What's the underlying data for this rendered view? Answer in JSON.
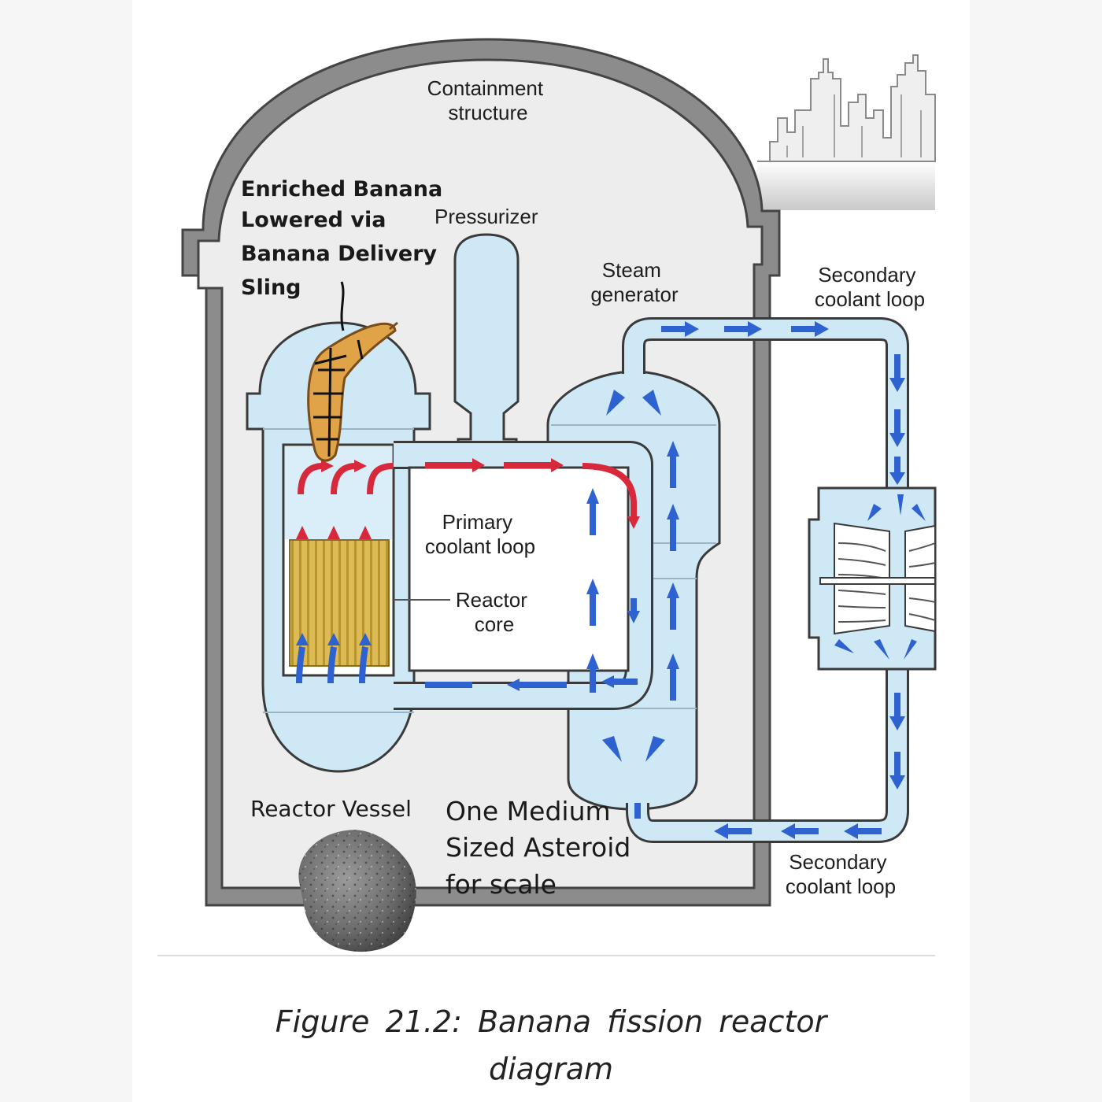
{
  "diagram": {
    "labels": {
      "containment": [
        "Containment",
        "structure"
      ],
      "banana": [
        "Enriched Banana",
        "Lowered via",
        "Banana Delivery",
        "Sling"
      ],
      "pressurizer": "Pressurizer",
      "steam_generator": [
        "Steam",
        "generator"
      ],
      "secondary_top": [
        "Secondary",
        "coolant loop"
      ],
      "primary_loop": [
        "Primary",
        "coolant loop"
      ],
      "reactor_core": [
        "Reactor",
        "core"
      ],
      "reactor_vessel": "Reactor Vessel",
      "asteroid": [
        "One Medium",
        "Sized Asteroid",
        "for scale"
      ],
      "secondary_bottom": [
        "Secondary",
        "coolant loop"
      ]
    },
    "colors": {
      "hot_coolant": "#d8283c",
      "cold_coolant": "#2e62d0",
      "vessel_fill": "#cfe8f5",
      "core_fuel": "#d9b752",
      "containment_stroke": "#4a4a4a",
      "banana": "#e0a347"
    },
    "icons": [
      "banana-icon",
      "asteroid-icon",
      "city-skyline-icon",
      "turbine-icon"
    ]
  },
  "caption": {
    "line1": "Figure 21.2: Banana fission reactor",
    "line2": "diagram"
  }
}
